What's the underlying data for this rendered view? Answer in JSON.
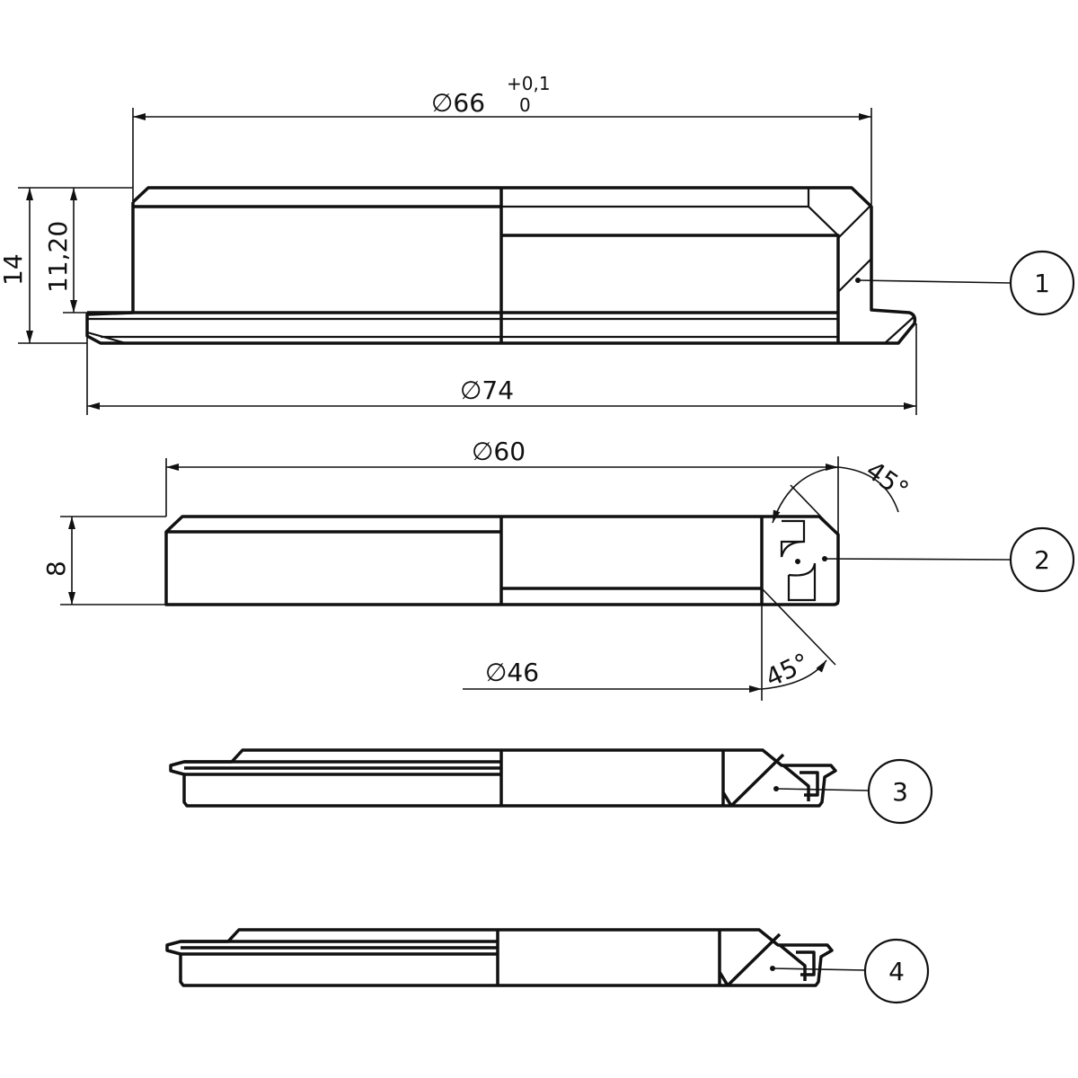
{
  "dimensions": {
    "d66": "66",
    "d66_tol_upper": "+0,1",
    "d66_tol_lower": "0",
    "d74": "74",
    "h14": "14",
    "h11_20": "11,20",
    "d60": "60",
    "h8": "8",
    "d46": "46",
    "angle_top": "45°",
    "angle_bottom": "45°"
  },
  "diameter_symbol": "∅",
  "callouts": [
    "1",
    "2",
    "3",
    "4"
  ]
}
